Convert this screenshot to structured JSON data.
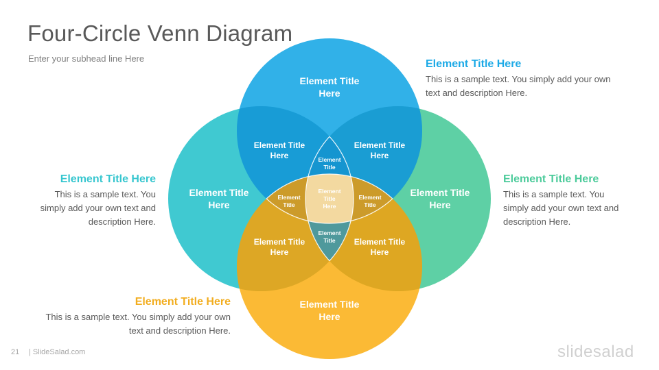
{
  "slide": {
    "title": "Four-Circle Venn Diagram",
    "subhead": "Enter your subhead  line Here",
    "page_number": "21",
    "site": "| SlideSalad.com",
    "brand": "slidesalad"
  },
  "colors": {
    "top": "#1ba9e6",
    "left": "#36c6cf",
    "right": "#4ccb9b",
    "bottom": "#fbb21f",
    "center": "#f3d9a0"
  },
  "side_blocks": {
    "top_right": {
      "title": "Element Title Here",
      "line1": "This is a sample text. You simply add your own",
      "line2": "text and description  Here."
    },
    "left": {
      "title": "Element Title Here",
      "line1": "This is a sample text. You",
      "line2": "simply add your own text and",
      "line3": "description  Here."
    },
    "right": {
      "title": "Element Title Here",
      "line1": "This is a sample text. You",
      "line2": "simply add your own text and",
      "line3": "description  Here."
    },
    "bottom_left": {
      "title": "Element Title Here",
      "line1": "This is a sample text. You simply add your own",
      "line2": "text and description  Here."
    }
  },
  "venn": {
    "top": [
      "Element Title",
      "Here"
    ],
    "left": [
      "Element Title",
      "Here"
    ],
    "right": [
      "Element Title",
      "Here"
    ],
    "bottom": [
      "Element Title",
      "Here"
    ],
    "top_left": [
      "Element Title",
      "Here"
    ],
    "top_right": [
      "Element Title",
      "Here"
    ],
    "bottom_left": [
      "Element Title",
      "Here"
    ],
    "bottom_right": [
      "Element Title",
      "Here"
    ],
    "lens_top": [
      "Element",
      "Title"
    ],
    "lens_left": [
      "Element",
      "Title"
    ],
    "lens_right": [
      "Element",
      "Title"
    ],
    "lens_bottom": [
      "Element",
      "Title"
    ],
    "center": [
      "Element",
      "Title",
      "Here"
    ]
  }
}
